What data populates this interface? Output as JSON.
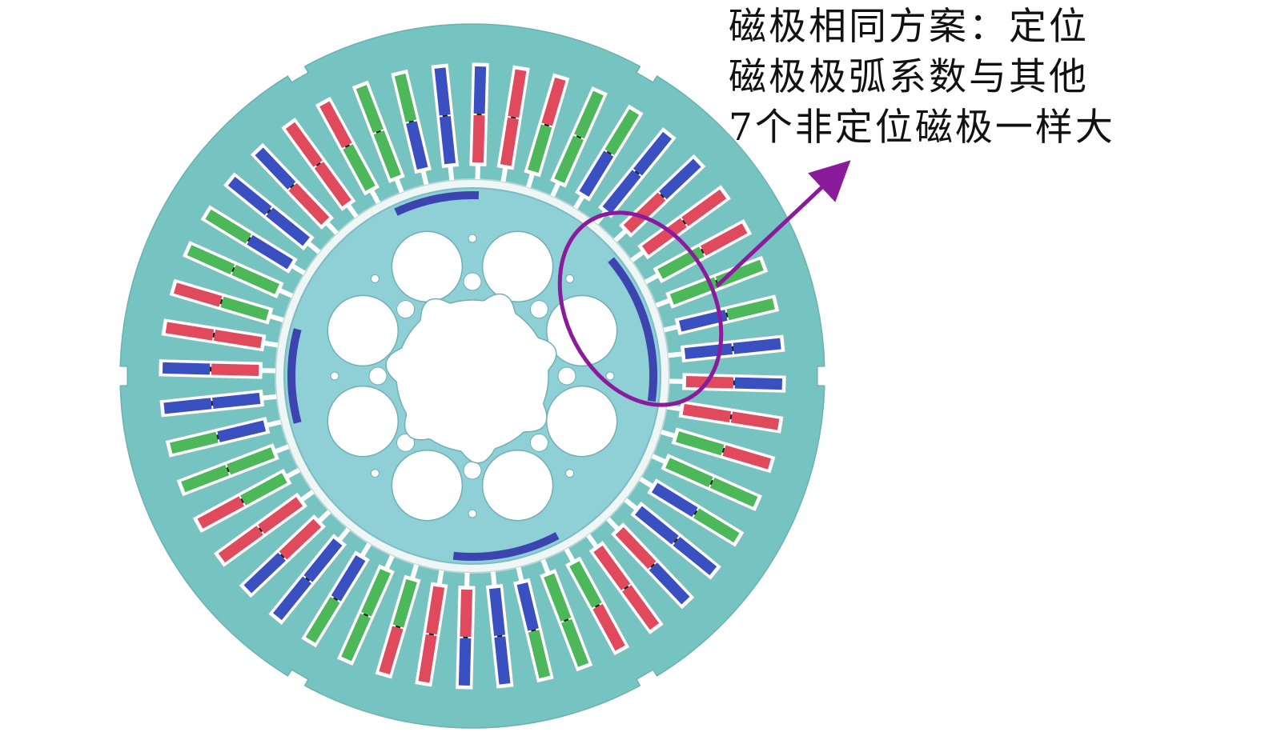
{
  "annotation": {
    "lines": [
      "磁极相同方案：定位",
      "磁极极弧系数与其他",
      "7个非定位磁极一样大"
    ]
  },
  "figure": {
    "stator_slot_count": 48,
    "stator_slot_phase_pattern": [
      "red-blue",
      "red-red",
      "green-red",
      "green-green",
      "blue-green",
      "blue-blue"
    ],
    "rotor_magnet_pole_count": 8,
    "colors": {
      "stator_core": "#76c4c2",
      "rotor_core": "#8fcfd6",
      "phase_a": "#e04a5c",
      "phase_b": "#3a4fc0",
      "phase_c": "#4cb85a",
      "magnet": "#3c44b0",
      "highlight": "#8a1c9c"
    }
  }
}
